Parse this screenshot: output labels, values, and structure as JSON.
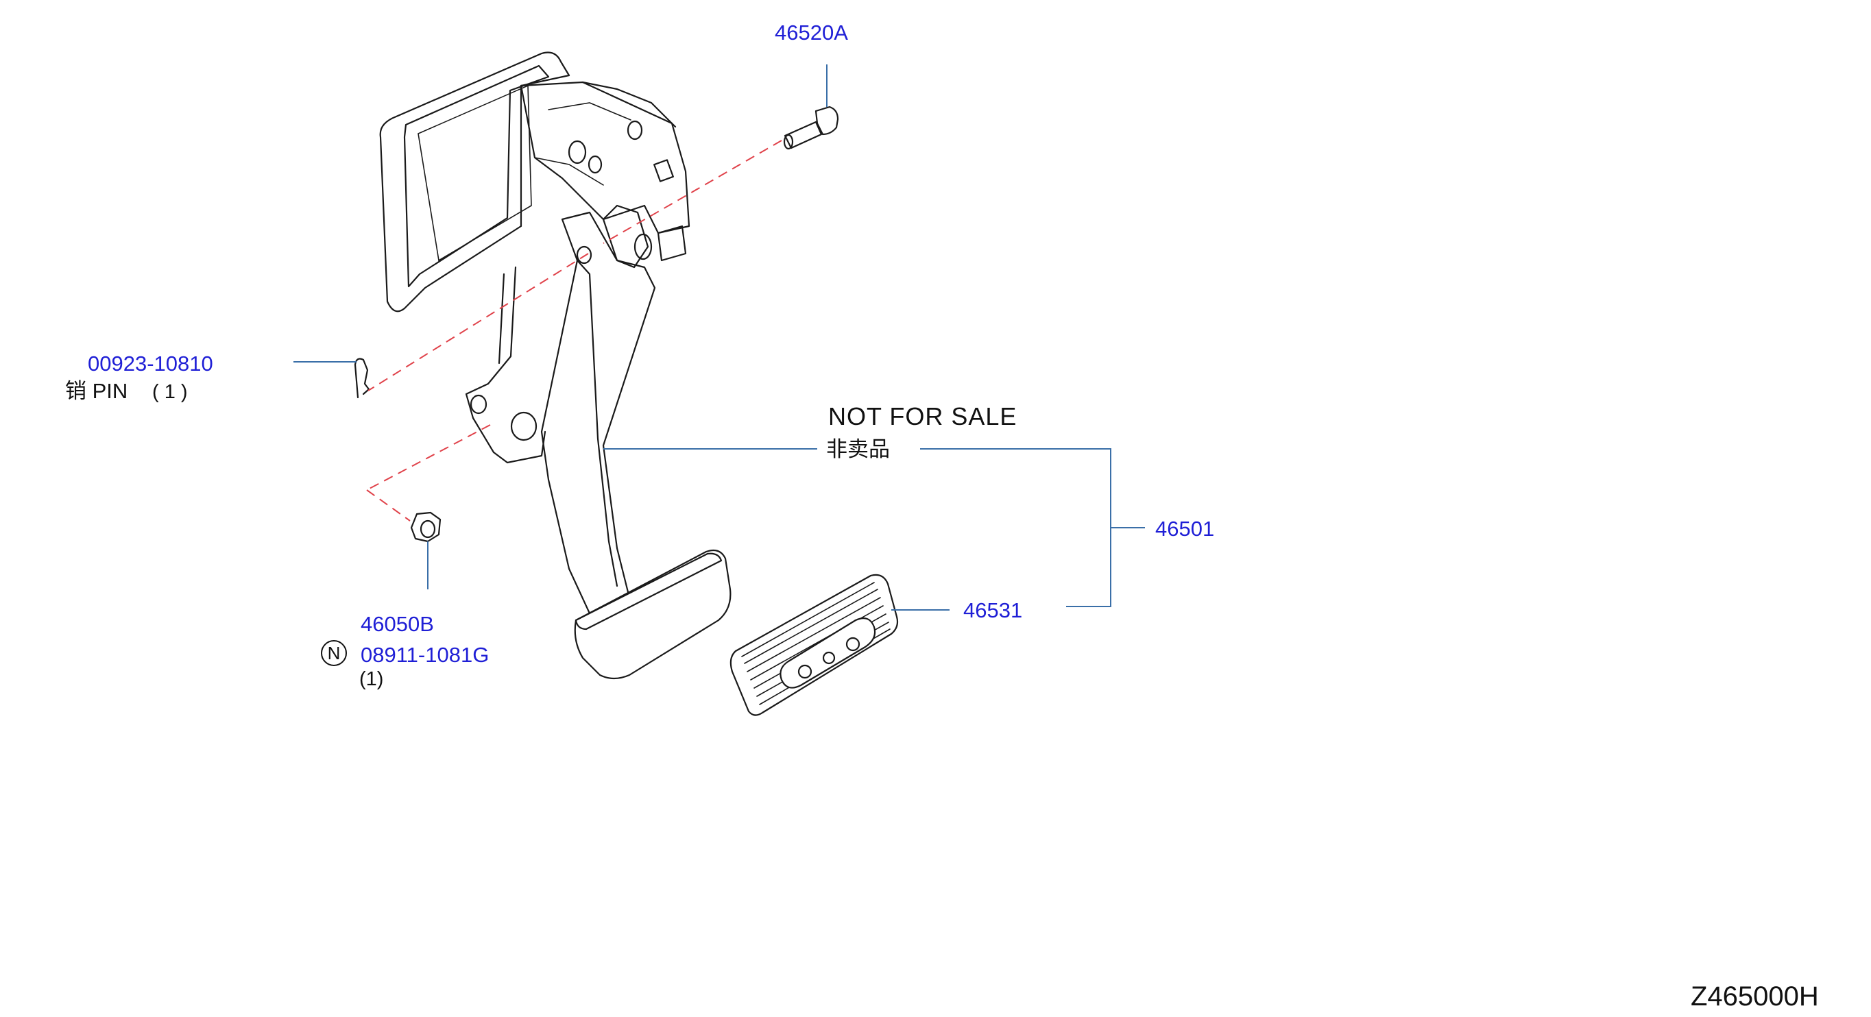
{
  "parts": {
    "pin_bolt": {
      "number": "46520A"
    },
    "clip_pin": {
      "number": "00923-10810",
      "name": "销 PIN",
      "qty": "( 1 )"
    },
    "nut": {
      "number": "46050B",
      "alt_symbol": "N",
      "alt_number": "08911-1081G",
      "qty": "(1)"
    },
    "pedal_assembly": {
      "number": "46501"
    },
    "pedal_pad": {
      "number": "46531"
    }
  },
  "notice": {
    "line1": "NOT  FOR  SALE",
    "line2": "非卖品"
  },
  "diagram_ref": "Z465000H",
  "colors": {
    "part_number": "#1f1fd6",
    "leader_line": "#3a6fa8",
    "dashed_line": "#e0424a",
    "drawing": "#1a1a1a"
  }
}
